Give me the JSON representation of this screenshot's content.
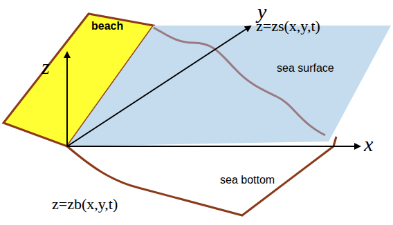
{
  "diagram": {
    "labels": [
      "y",
      "beach",
      "z=zs(x,y,t)",
      "z",
      "sea surface",
      "x",
      "sea bottom",
      "z=zb(x,y,t)"
    ]
  }
}
